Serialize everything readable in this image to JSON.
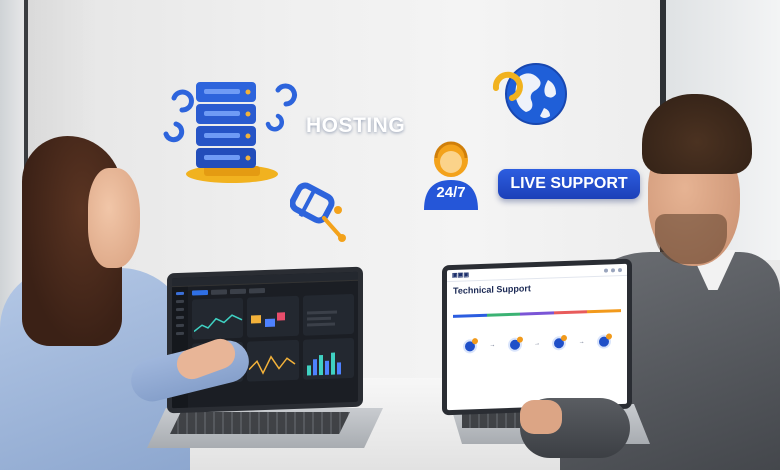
{
  "scene": {
    "hosting_label": "HOSTING",
    "support_badge": "LIVE SUPPORT",
    "support_hours": "24/7"
  },
  "left_laptop": {
    "screen": "hosting-dashboard",
    "chart_colors": [
      "#3fd1c2",
      "#e94d6b",
      "#f3b23a",
      "#4e82ff"
    ]
  },
  "right_laptop": {
    "title": "Technical Support",
    "timeline_colors": [
      "#2b5de0",
      "#3bb273",
      "#7a55d6",
      "#e85b5b",
      "#f29a1c"
    ]
  },
  "colors": {
    "accent_blue": "#1f4fc8",
    "accent_orange": "#f3a21b",
    "badge_blue": "#2556d8"
  }
}
